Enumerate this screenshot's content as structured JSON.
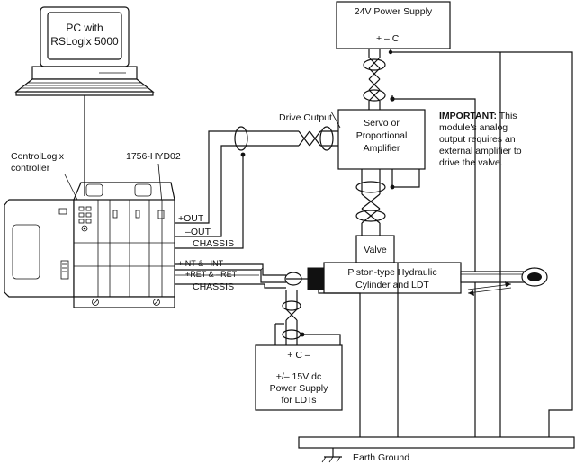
{
  "pc": {
    "line1": "PC with",
    "line2": "RSLogix 5000"
  },
  "controller": {
    "line1": "ControlLogix",
    "line2": "controller"
  },
  "module_label": "1756-HYD02",
  "power_supply_24v": {
    "title": "24V Power Supply",
    "terminals": "+ – C"
  },
  "drive_output_label": "Drive Output",
  "amplifier": {
    "line1": "Servo or",
    "line2": "Proportional",
    "line3": "Amplifier"
  },
  "important_note": {
    "heading": "IMPORTANT:",
    "line1_rest": " This",
    "line2": "module's analog",
    "line3": "output requires an",
    "line4": "external amplifier to",
    "line5": "drive the valve."
  },
  "signals": {
    "out_plus": "+OUT",
    "out_minus": "–OUT",
    "chassis_1": "CHASSIS",
    "int": "+INT & –INT",
    "ret": "+RET & –RET",
    "chassis_2": "CHASSIS"
  },
  "valve_label": "Valve",
  "cylinder": {
    "line1": "Piston-type Hydraulic",
    "line2": "Cylinder and LDT"
  },
  "ldt_power_supply": {
    "terminals": "+ C –",
    "line1": "+/– 15V dc",
    "line2": "Power Supply",
    "line3": "for LDTs"
  },
  "earth_ground_label": "Earth Ground"
}
